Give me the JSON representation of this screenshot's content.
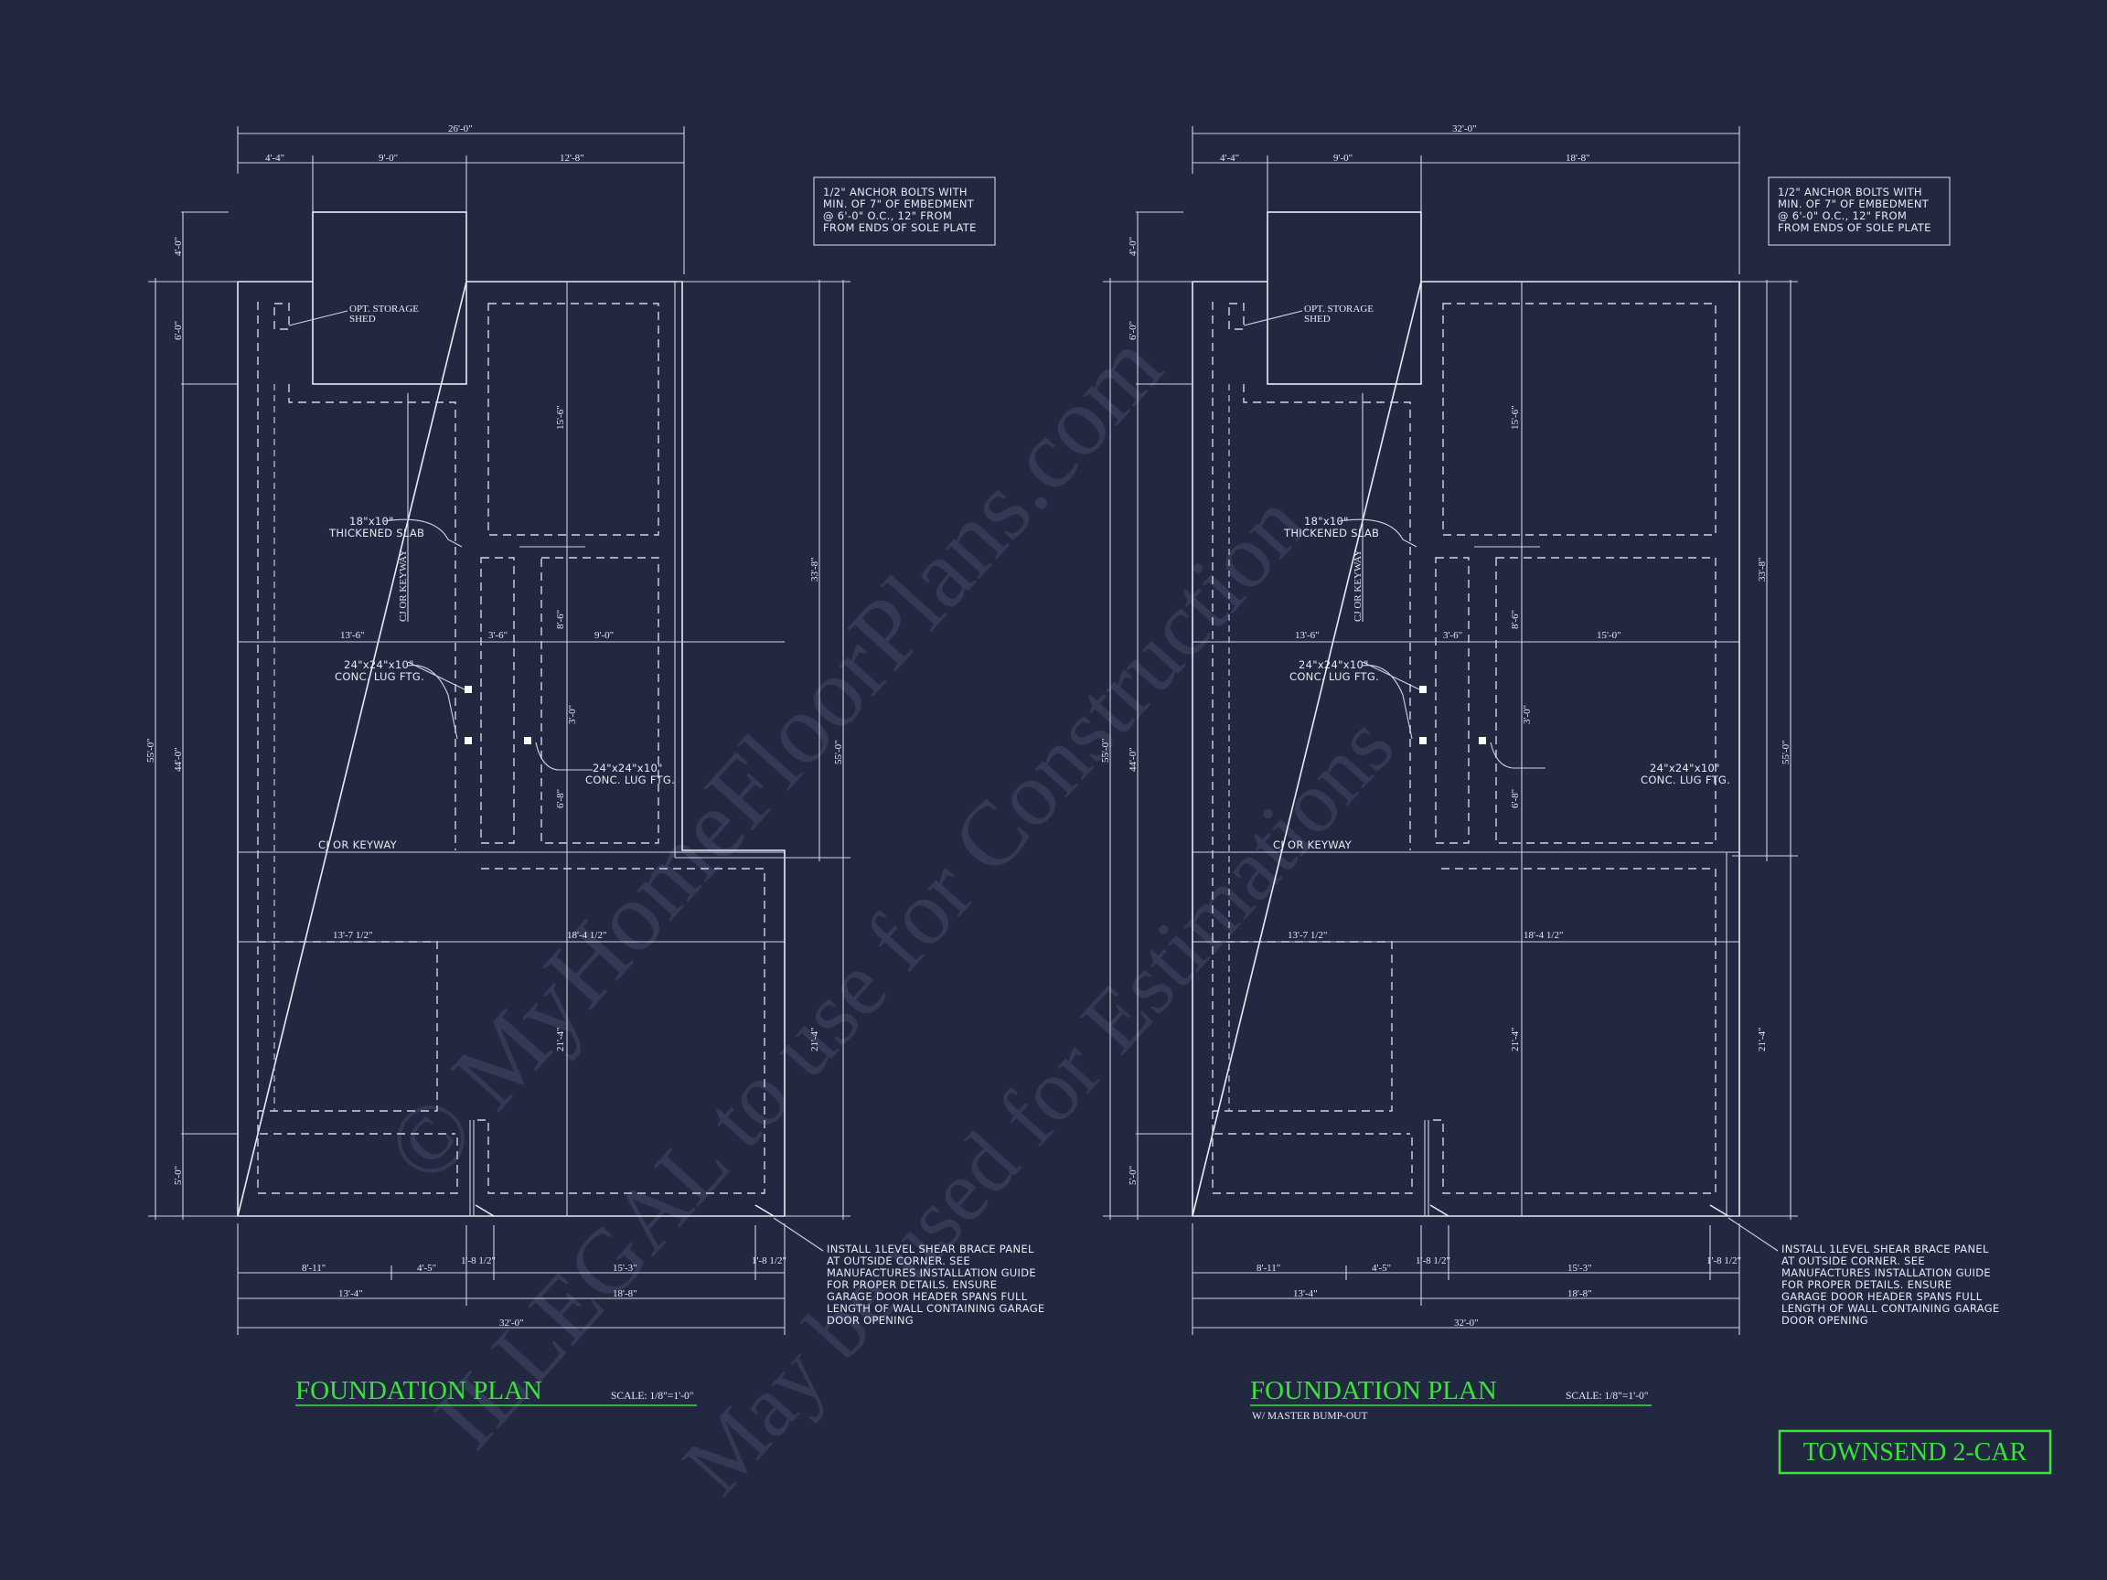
{
  "watermark": {
    "line1": "© MyHomeFloorPlans.com",
    "line2": "ILLEGAL to use for Construction",
    "line3": "May be used for Estimations"
  },
  "plan_left": {
    "title": "FOUNDATION PLAN",
    "scale": "SCALE: 1/8\"=1'-0\"",
    "subtitle": "",
    "top_dims": {
      "overall": "26'-0\"",
      "a": "4'-4\"",
      "b": "9'-0\"",
      "c": "12'-8\""
    },
    "mid_dims": {
      "d1": "13'-6\"",
      "d2": "3'-6\"",
      "d3": "9'-0\""
    },
    "low_dims": {
      "d1": "13'-7 1/2\"",
      "d2": "18'-4 1/2\""
    },
    "bottom_dims": {
      "a": "8'-11\"",
      "b": "4'-5\"",
      "c": "1'-8 1/2\"",
      "d": "15'-3\"",
      "e": "1'-8 1/2\"",
      "f": "13'-4\"",
      "g": "18'-8\"",
      "overall": "32'-0\""
    },
    "left_dims": {
      "a": "4'-0\"",
      "b": "6'-0\"",
      "c": "44'-0\"",
      "d": "5'-0\"",
      "overall": "55'-0\""
    },
    "right_dims": {
      "a": "33'-8\"",
      "b": "55'-0\"",
      "c": "21'-4\""
    },
    "interior_dims": {
      "a": "15'-6\"",
      "b": "8'-6\"",
      "c": "3'-0\"",
      "d": "6'-8\"",
      "e": "21'-4\""
    },
    "labels": {
      "shed": [
        "OPT. STORAGE",
        "SHED"
      ],
      "thickened": [
        "18\"x10\"",
        "THICKENED SLAB"
      ],
      "cj_vertical": "CJ OR KEYWAY",
      "cj_horizontal": "CJ OR KEYWAY",
      "lug_left": [
        "24\"x24\"x10\"",
        "CONC. LUG FTG."
      ],
      "lug_right": [
        "24\"x24\"x10\"",
        "CONC. LUG FTG."
      ]
    },
    "anchor_note": [
      "1/2\" ANCHOR BOLTS WITH",
      "MIN. OF 7\" OF EMBEDMENT",
      "@ 6'-0\" O.C., 12\" FROM",
      "FROM ENDS OF SOLE PLATE"
    ],
    "shear_note": [
      "INSTALL 1LEVEL SHEAR BRACE PANEL",
      "AT OUTSIDE CORNER. SEE",
      "MANUFACTURES INSTALLATION GUIDE",
      "FOR PROPER DETAILS. ENSURE",
      "GARAGE DOOR HEADER SPANS FULL",
      "LENGTH OF WALL CONTAINING GARAGE",
      "DOOR OPENING"
    ]
  },
  "plan_right": {
    "title": "FOUNDATION PLAN",
    "scale": "SCALE: 1/8\"=1'-0\"",
    "subtitle": "W/ MASTER BUMP-OUT",
    "top_dims": {
      "overall": "32'-0\"",
      "a": "4'-4\"",
      "b": "9'-0\"",
      "c": "18'-8\""
    },
    "mid_dims": {
      "d1": "13'-6\"",
      "d2": "3'-6\"",
      "d3": "15'-0\""
    },
    "low_dims": {
      "d1": "13'-7 1/2\"",
      "d2": "18'-4 1/2\""
    },
    "bottom_dims": {
      "a": "8'-11\"",
      "b": "4'-5\"",
      "c": "1'-8 1/2\"",
      "d": "15'-3\"",
      "e": "1'-8 1/2\"",
      "f": "13'-4\"",
      "g": "18'-8\"",
      "overall": "32'-0\""
    },
    "left_dims": {
      "a": "4'-0\"",
      "b": "6'-0\"",
      "c": "44'-0\"",
      "d": "5'-0\"",
      "overall": "55'-0\""
    },
    "right_dims": {
      "a": "33'-8\"",
      "b": "55'-0\"",
      "c": "21'-4\""
    },
    "interior_dims": {
      "a": "15'-6\"",
      "b": "8'-6\"",
      "c": "3'-0\"",
      "d": "6'-8\"",
      "e": "21'-4\""
    },
    "labels": {
      "shed": [
        "OPT. STORAGE",
        "SHED"
      ],
      "thickened": [
        "18\"x10\"",
        "THICKENED SLAB"
      ],
      "cj_vertical": "CJ OR KEYWAY",
      "cj_horizontal": "CJ OR KEYWAY",
      "lug_left": [
        "24\"x24\"x10\"",
        "CONC. LUG FTG."
      ],
      "lug_right": [
        "24\"x24\"x10\"",
        "CONC. LUG FTG."
      ]
    },
    "anchor_note": [
      "1/2\" ANCHOR BOLTS WITH",
      "MIN. OF 7\" OF EMBEDMENT",
      "@ 6'-0\" O.C., 12\" FROM",
      "FROM ENDS OF SOLE PLATE"
    ],
    "shear_note": [
      "INSTALL 1LEVEL SHEAR BRACE PANEL",
      "AT OUTSIDE CORNER. SEE",
      "MANUFACTURES INSTALLATION GUIDE",
      "FOR PROPER DETAILS. ENSURE",
      "GARAGE DOOR HEADER SPANS FULL",
      "LENGTH OF WALL CONTAINING GARAGE",
      "DOOR OPENING"
    ]
  },
  "stamp": {
    "label": "TOWNSEND 2-CAR",
    "color": "#39e33a"
  },
  "colors": {
    "background": "#232841",
    "linework": "#e9ecf4",
    "title": "#39e33a"
  }
}
